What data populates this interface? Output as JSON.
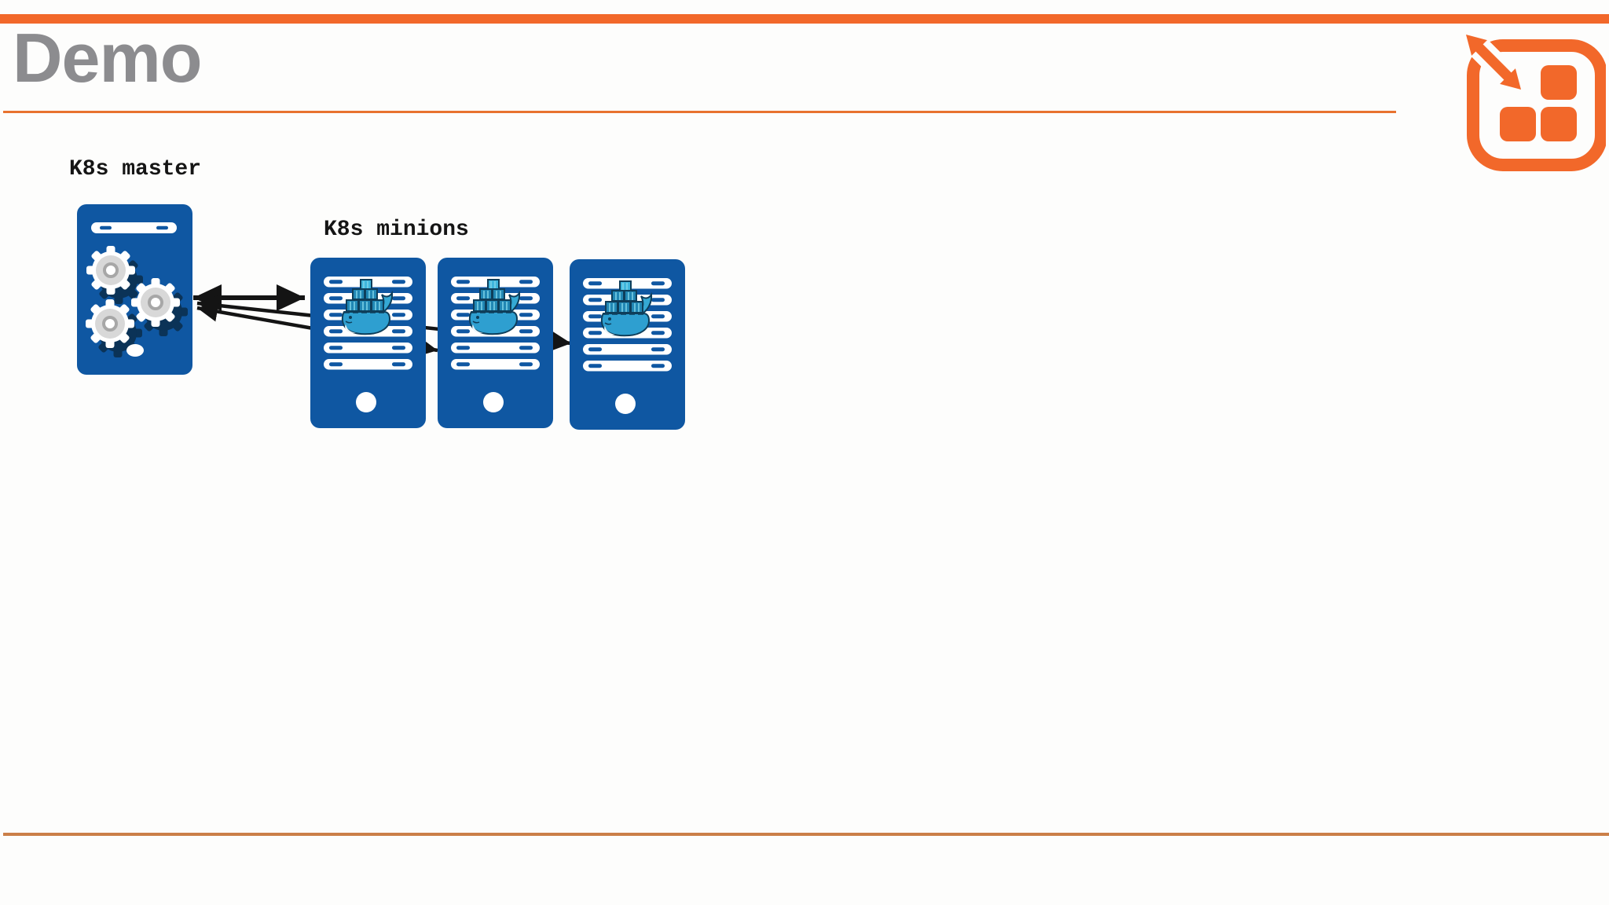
{
  "slide": {
    "title": "Demo",
    "diagram": {
      "master_label": "K8s master",
      "minions_label": "K8s minions",
      "minion_count": 3,
      "master_icon": "server-tower-gears-icon",
      "minion_icon": "server-rack-docker-icon",
      "connections": [
        "master-to-minion-1-bidirectional",
        "master-to-minion-2",
        "master-to-minion-3"
      ]
    },
    "logo_icon": "scale-out-grid-arrow-logo",
    "colors": {
      "accent_orange": "#F2682A",
      "rule_orange": "#E8732F",
      "bottom_rule_orange": "#CB7F48",
      "server_blue": "#0F57A2",
      "title_gray": "#8C8C8F",
      "arrow_black": "#141414",
      "docker_teal": "#2E9FD0",
      "gear_shadow_navy": "#0B3357"
    }
  }
}
